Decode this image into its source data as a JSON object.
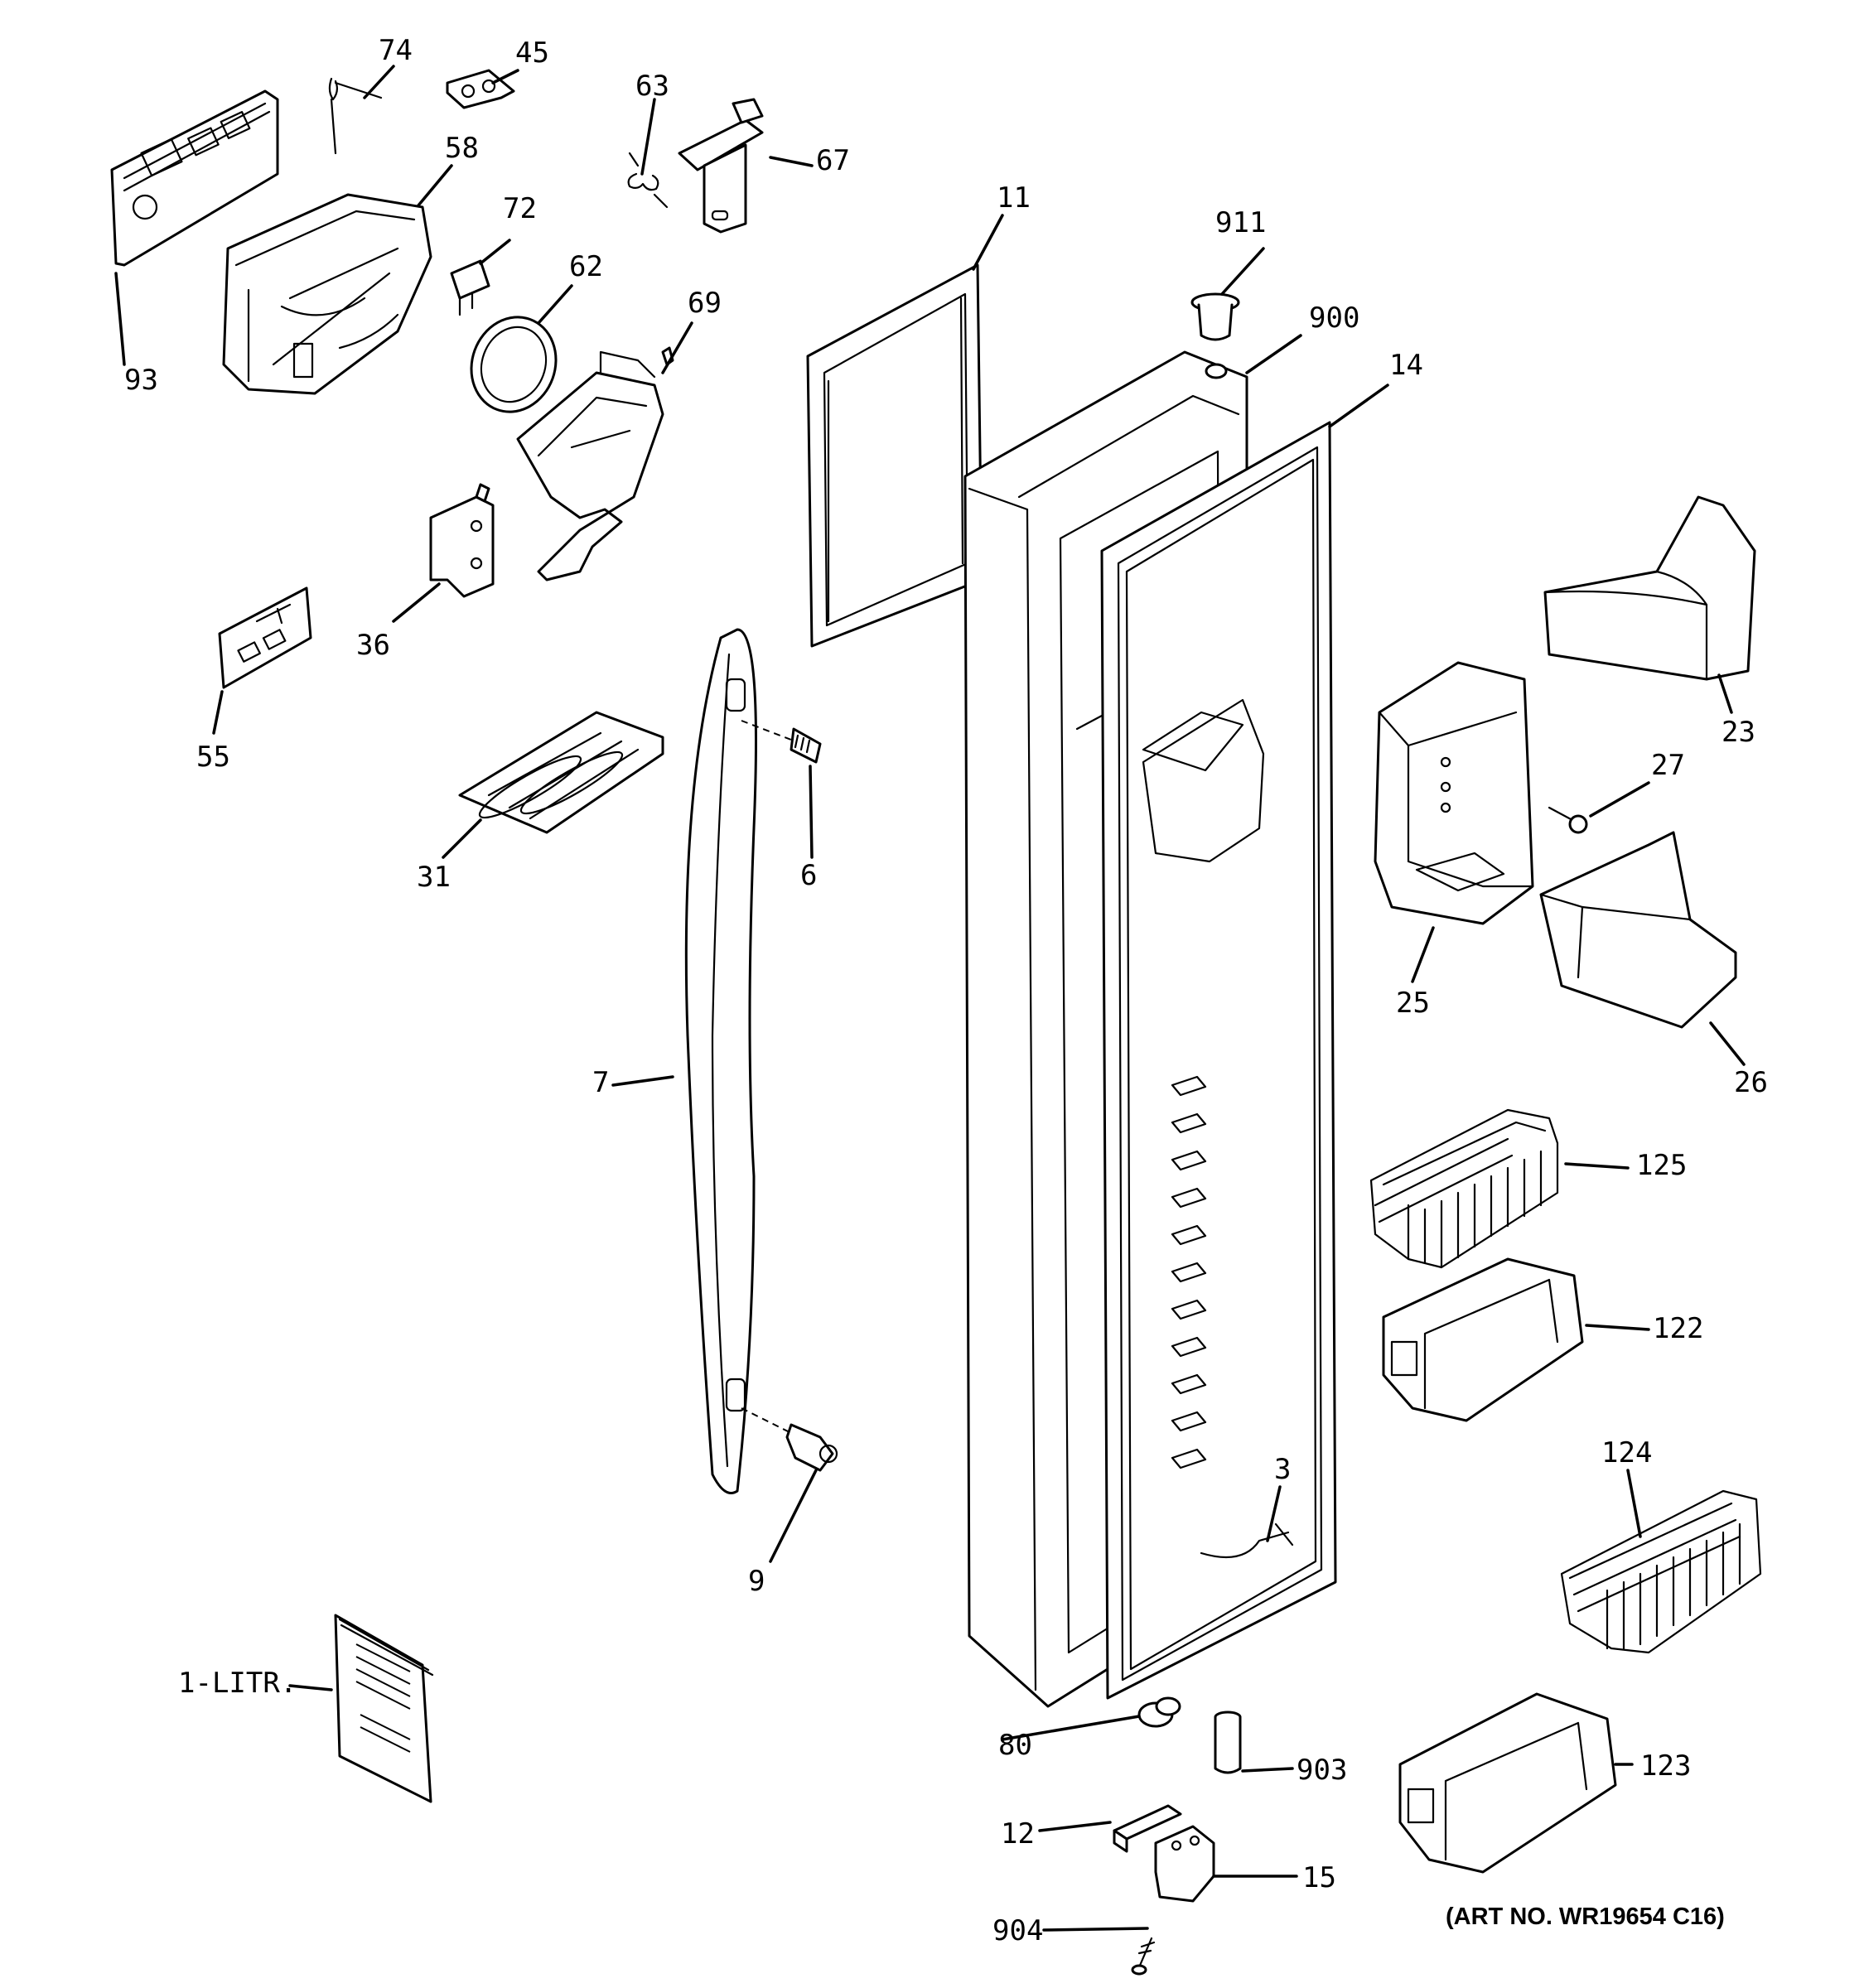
{
  "diagram": {
    "art_number": "(ART NO. WR19654 C16)",
    "callouts": {
      "p74": "74",
      "p45": "45",
      "p63": "63",
      "p67": "67",
      "p58": "58",
      "p72": "72",
      "p93": "93",
      "p62": "62",
      "p69": "69",
      "p11": "11",
      "p911": "911",
      "p900": "900",
      "p14": "14",
      "p36": "36",
      "p55": "55",
      "p31": "31",
      "p6": "6",
      "p7": "7",
      "p9": "9",
      "p23": "23",
      "p27": "27",
      "p25": "25",
      "p26": "26",
      "p125": "125",
      "p122": "122",
      "p124": "124",
      "p3": "3",
      "p1litr": "1-LITR.",
      "p80": "80",
      "p903": "903",
      "p123": "123",
      "p12": "12",
      "p15": "15",
      "p904": "904"
    }
  }
}
